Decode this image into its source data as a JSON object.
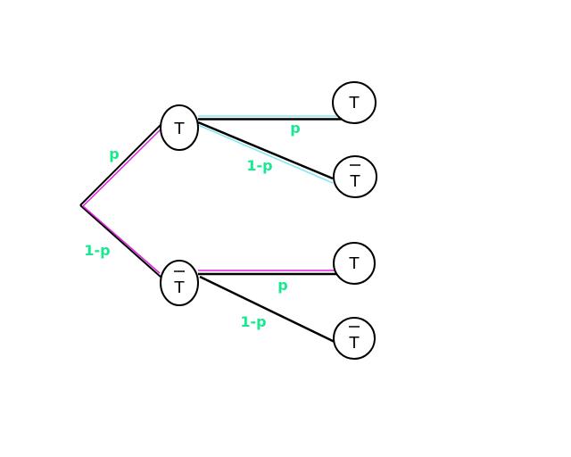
{
  "colors": {
    "edge": "#000000",
    "highlight_a": "#e020e0",
    "highlight_b": "#80e8f0",
    "label": "#18e890"
  },
  "nodes": {
    "level1_top": {
      "label": "T",
      "negated": false
    },
    "level1_bottom": {
      "label": "T",
      "negated": true
    },
    "leaf1": {
      "label": "T",
      "negated": false
    },
    "leaf2": {
      "label": "T",
      "negated": true
    },
    "leaf3": {
      "label": "T",
      "negated": false
    },
    "leaf4": {
      "label": "T",
      "negated": true
    }
  },
  "edges": {
    "root_top": "p",
    "root_bottom": "1-p",
    "top_leaf1": "p",
    "top_leaf2": "1-p",
    "bottom_leaf3": "p",
    "bottom_leaf4": "1-p"
  }
}
